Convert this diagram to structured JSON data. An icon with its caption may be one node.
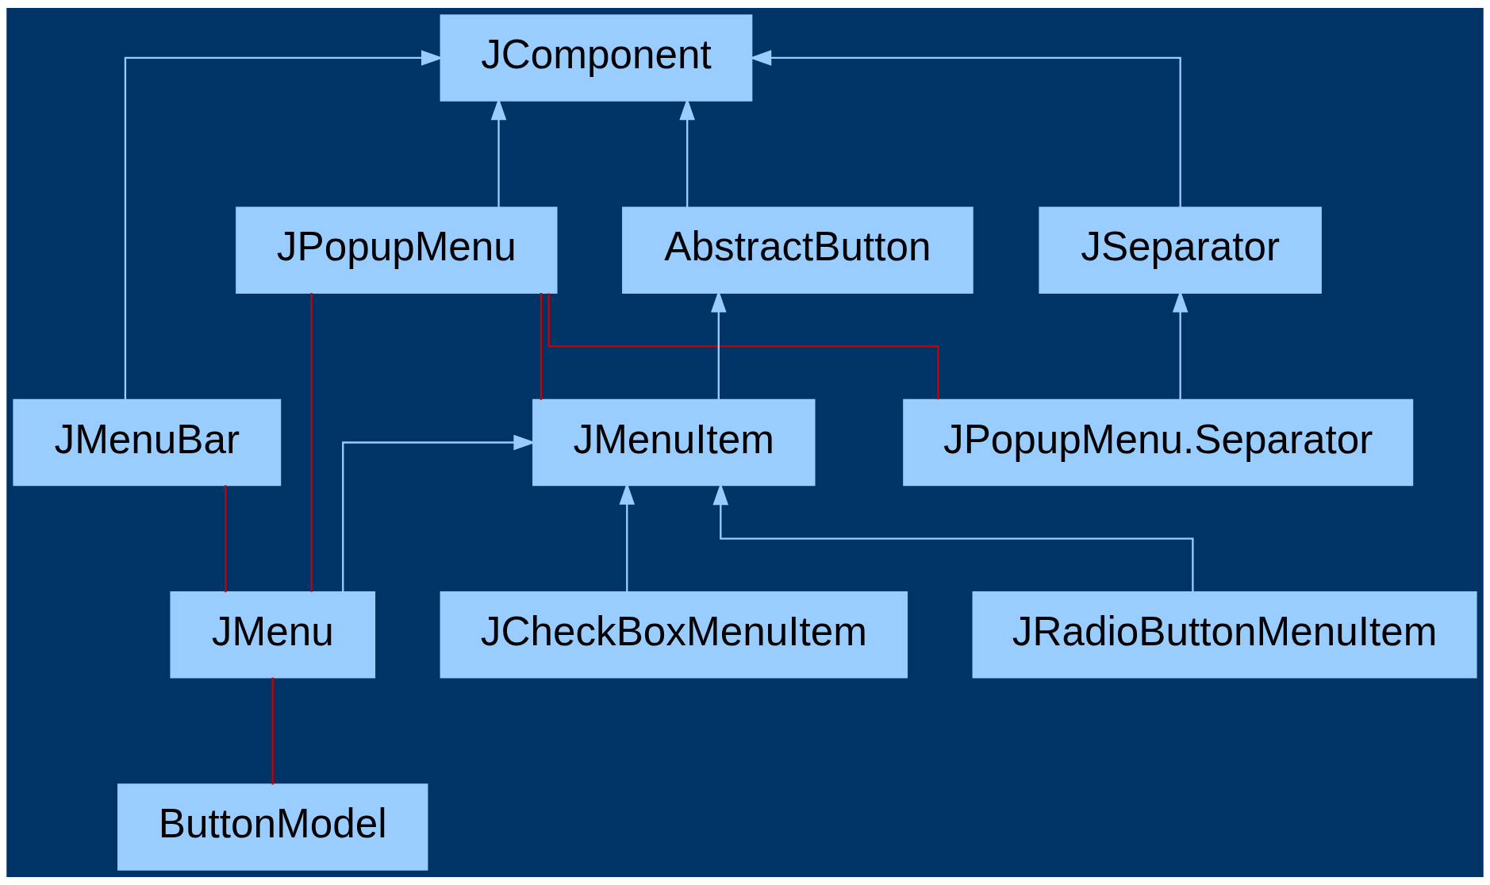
{
  "diagram": {
    "nodes": [
      {
        "text": [
          "JComponent"
        ]
      },
      {
        "text": [
          "JMenuBar"
        ]
      },
      {
        "text": [
          "JPopupMenu"
        ]
      },
      {
        "text": [
          "AbstractButton"
        ]
      },
      {
        "text": [
          "JSeparator"
        ]
      },
      {
        "text": [
          "JMenuItem"
        ]
      },
      {
        "text": [
          "JPopupMenu.Separator"
        ]
      },
      {
        "text": [
          "JMenu"
        ]
      },
      {
        "text": [
          "ButtonModel"
        ]
      },
      {
        "text": [
          "JRadioButtonMenuItem"
        ]
      },
      {
        "text": [
          "JCheckBoxMenuItem"
        ]
      }
    ],
    "edges": [
      {
        "from": 1,
        "to": 0,
        "arrow": "to"
      },
      {
        "from": 2,
        "to": 0,
        "arrow": "to"
      },
      {
        "from": 3,
        "to": 0,
        "arrow": "to"
      },
      {
        "from": 4,
        "to": 0,
        "arrow": "to"
      },
      {
        "from": 5,
        "to": 3,
        "arrow": "to"
      },
      {
        "from": 6,
        "to": 4,
        "arrow": "to"
      },
      {
        "from": 7,
        "to": 5,
        "arrow": "to"
      },
      {
        "from": 9,
        "to": 5,
        "arrow": "to"
      },
      {
        "from": 10,
        "to": 5,
        "arrow": "to"
      },
      {
        "from": 1,
        "to": 7,
        "arrow": "none",
        "color": "#cc0000"
      },
      {
        "from": 2,
        "to": 7,
        "arrow": "none",
        "color": "#cc0000"
      },
      {
        "from": 2,
        "to": 5,
        "arrow": "none",
        "color": "#cc0000"
      },
      {
        "from": 2,
        "to": 6,
        "arrow": "none",
        "color": "#cc0000"
      },
      {
        "from": 7,
        "to": 8,
        "arrow": "none",
        "color": "#cc0000"
      }
    ]
  }
}
